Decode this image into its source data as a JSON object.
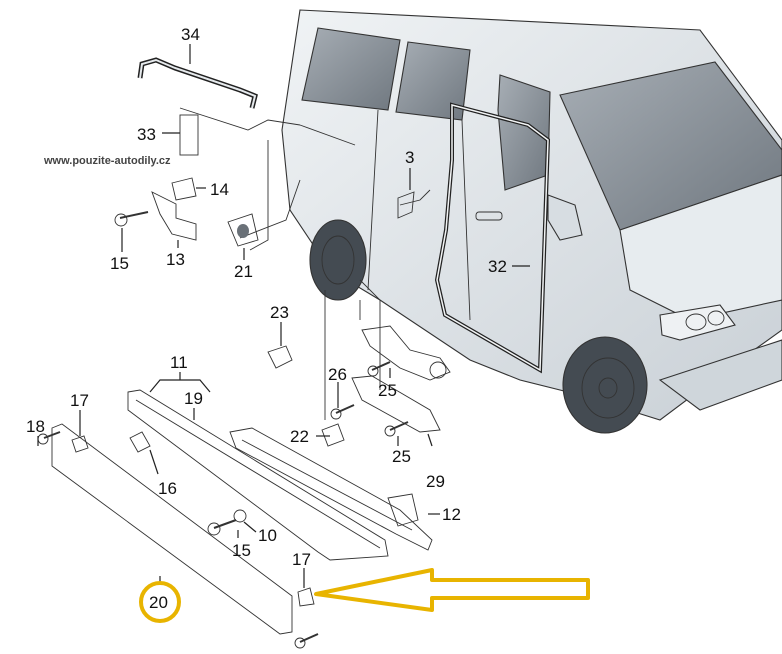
{
  "watermark": "www.pouzite-autodily.cz",
  "labels": {
    "p34": "34",
    "p33": "33",
    "p14": "14",
    "p13": "13",
    "p15a": "15",
    "p21": "21",
    "p3": "3",
    "p32": "32",
    "p23": "23",
    "p11": "11",
    "p19": "19",
    "p17a": "17",
    "p18": "18",
    "p16": "16",
    "p26": "26",
    "p25a": "25",
    "p22": "22",
    "p25b": "25",
    "p29": "29",
    "p12": "12",
    "p10": "10",
    "p15b": "15",
    "p17b": "17",
    "p20": "20"
  },
  "highlight": {
    "part": "20",
    "color": "#e8b400"
  },
  "colors": {
    "arrow": "#e8b400",
    "van_body": "#dfe5ea",
    "glass": "#8a929a",
    "panel": "#a9b1b8"
  }
}
